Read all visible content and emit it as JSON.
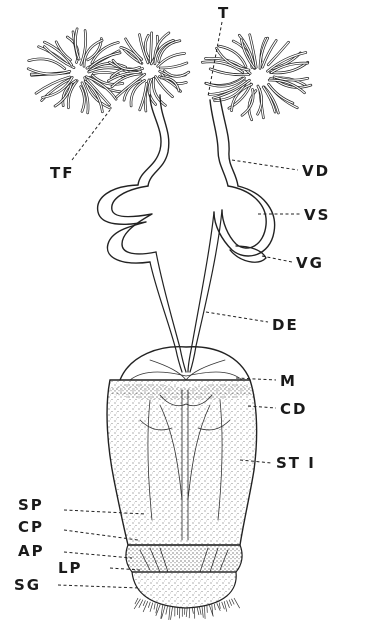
{
  "labels": {
    "T": "T",
    "TF": "TF",
    "VD": "VD",
    "VS": "VS",
    "VG": "VG",
    "DE": "DE",
    "M": "M",
    "CD": "CD",
    "STI": "ST I",
    "SP": "SP",
    "CP": "CP",
    "AP": "AP",
    "LP": "LP",
    "SG": "SG"
  }
}
